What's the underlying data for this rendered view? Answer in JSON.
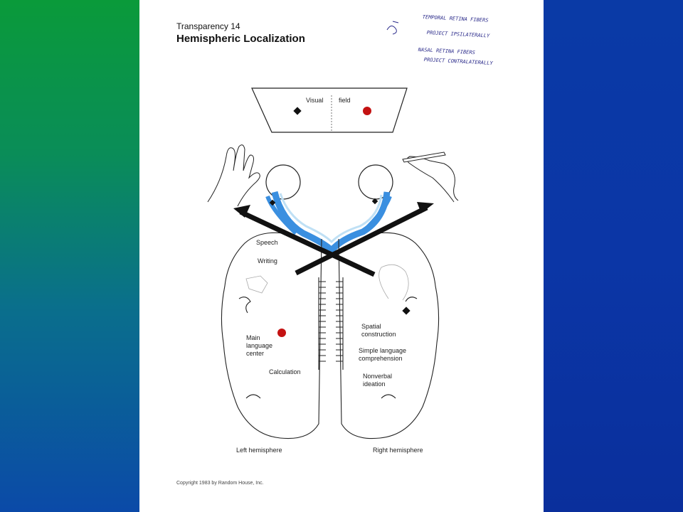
{
  "header": {
    "kicker": "Transparency 14",
    "title": "Hemispheric Localization"
  },
  "handwritten_notes": [
    "TEMPORAL RETINA FIBERS",
    "PROJECT IPSILATERALLY",
    "NASAL RETINA FIBERS",
    "PROJECT CONTRALATERALLY"
  ],
  "visual_field": {
    "word1": "Visual",
    "word2": "field"
  },
  "left_labels": {
    "speech": "Speech",
    "writing": "Writing",
    "main_language_center": [
      "Main",
      "language",
      "center"
    ],
    "calculation": "Calculation",
    "hemisphere": "Left hemisphere"
  },
  "right_labels": {
    "spatial_construction": [
      "Spatial",
      "construction"
    ],
    "simple_language": [
      "Simple language",
      "comprehension"
    ],
    "nonverbal_ideation": [
      "Nonverbal",
      "ideation"
    ],
    "hemisphere": "Right hemisphere"
  },
  "footer": {
    "copyright": "Copyright      1983 by Random House, Inc."
  },
  "colors": {
    "left_bg_top": "#0a9a3a",
    "left_bg_bottom": "#0b4aa8",
    "right_bg": "#0a2f9c",
    "optic_tract": "#3a8fe0",
    "red_dot": "#c41212"
  }
}
